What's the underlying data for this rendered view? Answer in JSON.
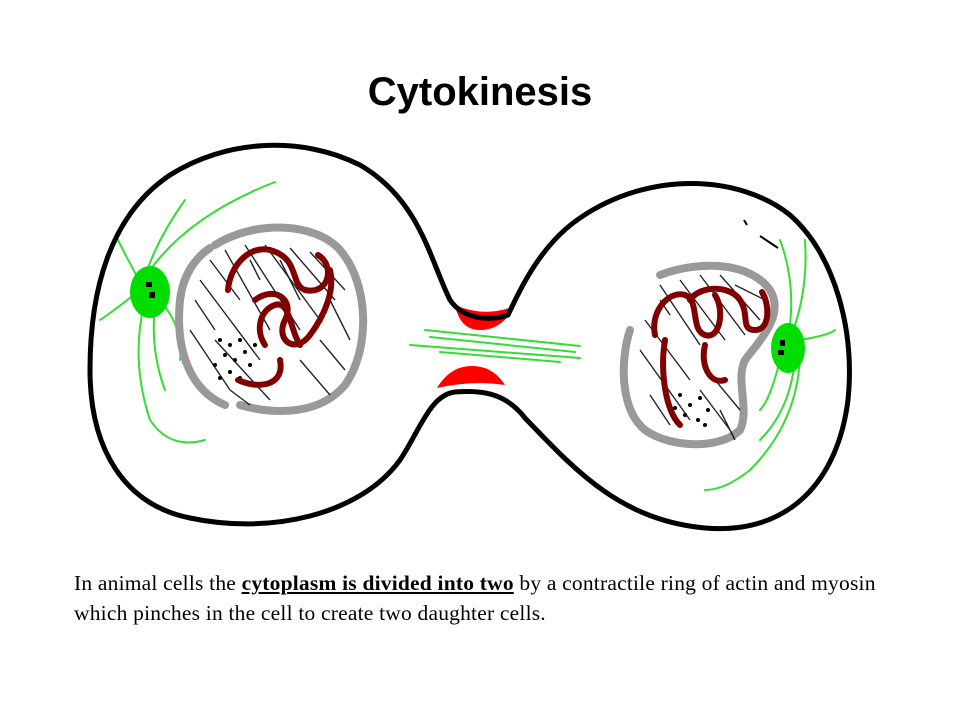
{
  "title": "Cytokinesis",
  "caption": {
    "before": "In animal cells the ",
    "emphasis": "cytoplasm is divided into two",
    "after": " by a contractile ring of actin and myosin which pinches in the cell to create two daughter cells."
  },
  "colors": {
    "membrane": "#000000",
    "nuclear_envelope": "#999999",
    "chromosome": "#800000",
    "centrosome": "#00dd00",
    "spindle_fiber": "#33dd33",
    "contractile_ring": "#ff0000"
  }
}
